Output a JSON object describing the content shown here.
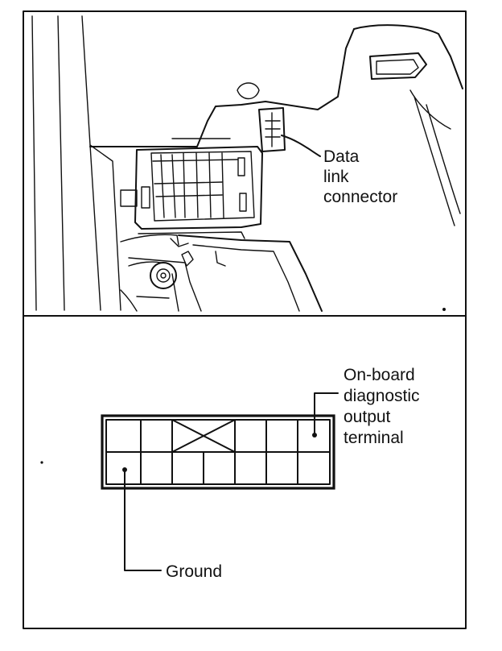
{
  "labels": {
    "data_link_connector": [
      "Data",
      "link",
      "connector"
    ],
    "obd_output_terminal": [
      "On-board",
      "diagnostic",
      "output",
      "terminal"
    ],
    "ground": "Ground"
  },
  "colors": {
    "ink": "#111111",
    "paper": "#ffffff"
  }
}
